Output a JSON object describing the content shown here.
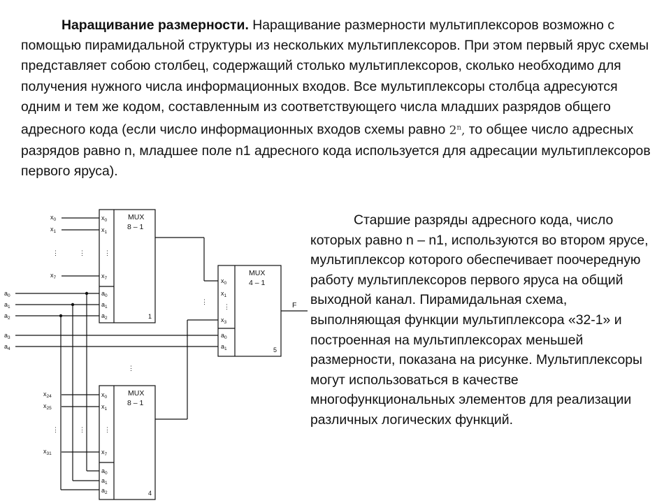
{
  "intro": {
    "heading": "Наращивание размерности.",
    "text_before_formula": " Наращивание размерности мультиплексоров возможно с помощью пирамидальной структуры из нескольких мультиплексоров. При этом первый ярус схемы представляет собою столбец, содержащий столько мультиплексоров, сколько необходимо для получения нужного числа информационных входов. Все мультиплексоры столбца адресуются одним и тем же кодом, составленным из соответствующего числа младших разрядов общего адресного кода (если число информационных входов схемы равно ",
    "formula_base": "2",
    "formula_exp": "n",
    "formula_punct": ",",
    "text_after_formula": " то общее число адресных разрядов равно n, младшее поле n1 адресного кода используется для адресации мультиплексоров первого яруса)."
  },
  "side_text": "Старшие разряды адресного кода, число которых равно n – n1, используются во втором ярусе, мультиплексор которого обеспечивает поочередную работу мультиплексоров первого яруса на общий выходной канал. Пирамидальная схема, выполняющая функции мультиплексора «32-1» и построенная на мультиплексорах меньшей размерности, показана на рисунке. Мультиплексоры могут использоваться в качестве многофункциональных элементов для реализации различных логических функций.",
  "diagram": {
    "mux_top": {
      "name": "MUX",
      "ratio": "8 – 1",
      "number": "1",
      "data_inputs": [
        {
          "b": "x",
          "s": "0"
        },
        {
          "b": "x",
          "s": "1"
        },
        {
          "b": "x",
          "s": "7"
        }
      ],
      "addr_inputs": [
        {
          "b": "a",
          "s": "0"
        },
        {
          "b": "a",
          "s": "1"
        },
        {
          "b": "a",
          "s": "2"
        }
      ]
    },
    "mux_bottom": {
      "name": "MUX",
      "ratio": "8 – 1",
      "number": "4",
      "data_inputs": [
        {
          "b": "x",
          "s": "0"
        },
        {
          "b": "x",
          "s": "1"
        },
        {
          "b": "x",
          "s": "7"
        }
      ],
      "addr_inputs": [
        {
          "b": "a",
          "s": "0"
        },
        {
          "b": "a",
          "s": "1"
        },
        {
          "b": "a",
          "s": "2"
        }
      ]
    },
    "mux_second": {
      "name": "MUX",
      "ratio": "4 – 1",
      "number": "5",
      "data_inputs": [
        {
          "b": "x",
          "s": "0"
        },
        {
          "b": "x",
          "s": "1"
        },
        {
          "b": "x",
          "s": "3"
        }
      ],
      "addr_inputs": [
        {
          "b": "a",
          "s": "0"
        },
        {
          "b": "a",
          "s": "1"
        }
      ]
    },
    "left_top": [
      {
        "b": "x",
        "s": "0"
      },
      {
        "b": "x",
        "s": "1"
      },
      {
        "b": "x",
        "s": "7"
      }
    ],
    "left_addr": [
      {
        "b": "a",
        "s": "0"
      },
      {
        "b": "a",
        "s": "1"
      },
      {
        "b": "a",
        "s": "2"
      },
      {
        "b": "a",
        "s": "3"
      },
      {
        "b": "a",
        "s": "4"
      }
    ],
    "left_bottom": [
      {
        "b": "x",
        "s": "24"
      },
      {
        "b": "x",
        "s": "25"
      },
      {
        "b": "x",
        "s": "31"
      }
    ],
    "output": "F",
    "dots": "⋮"
  }
}
